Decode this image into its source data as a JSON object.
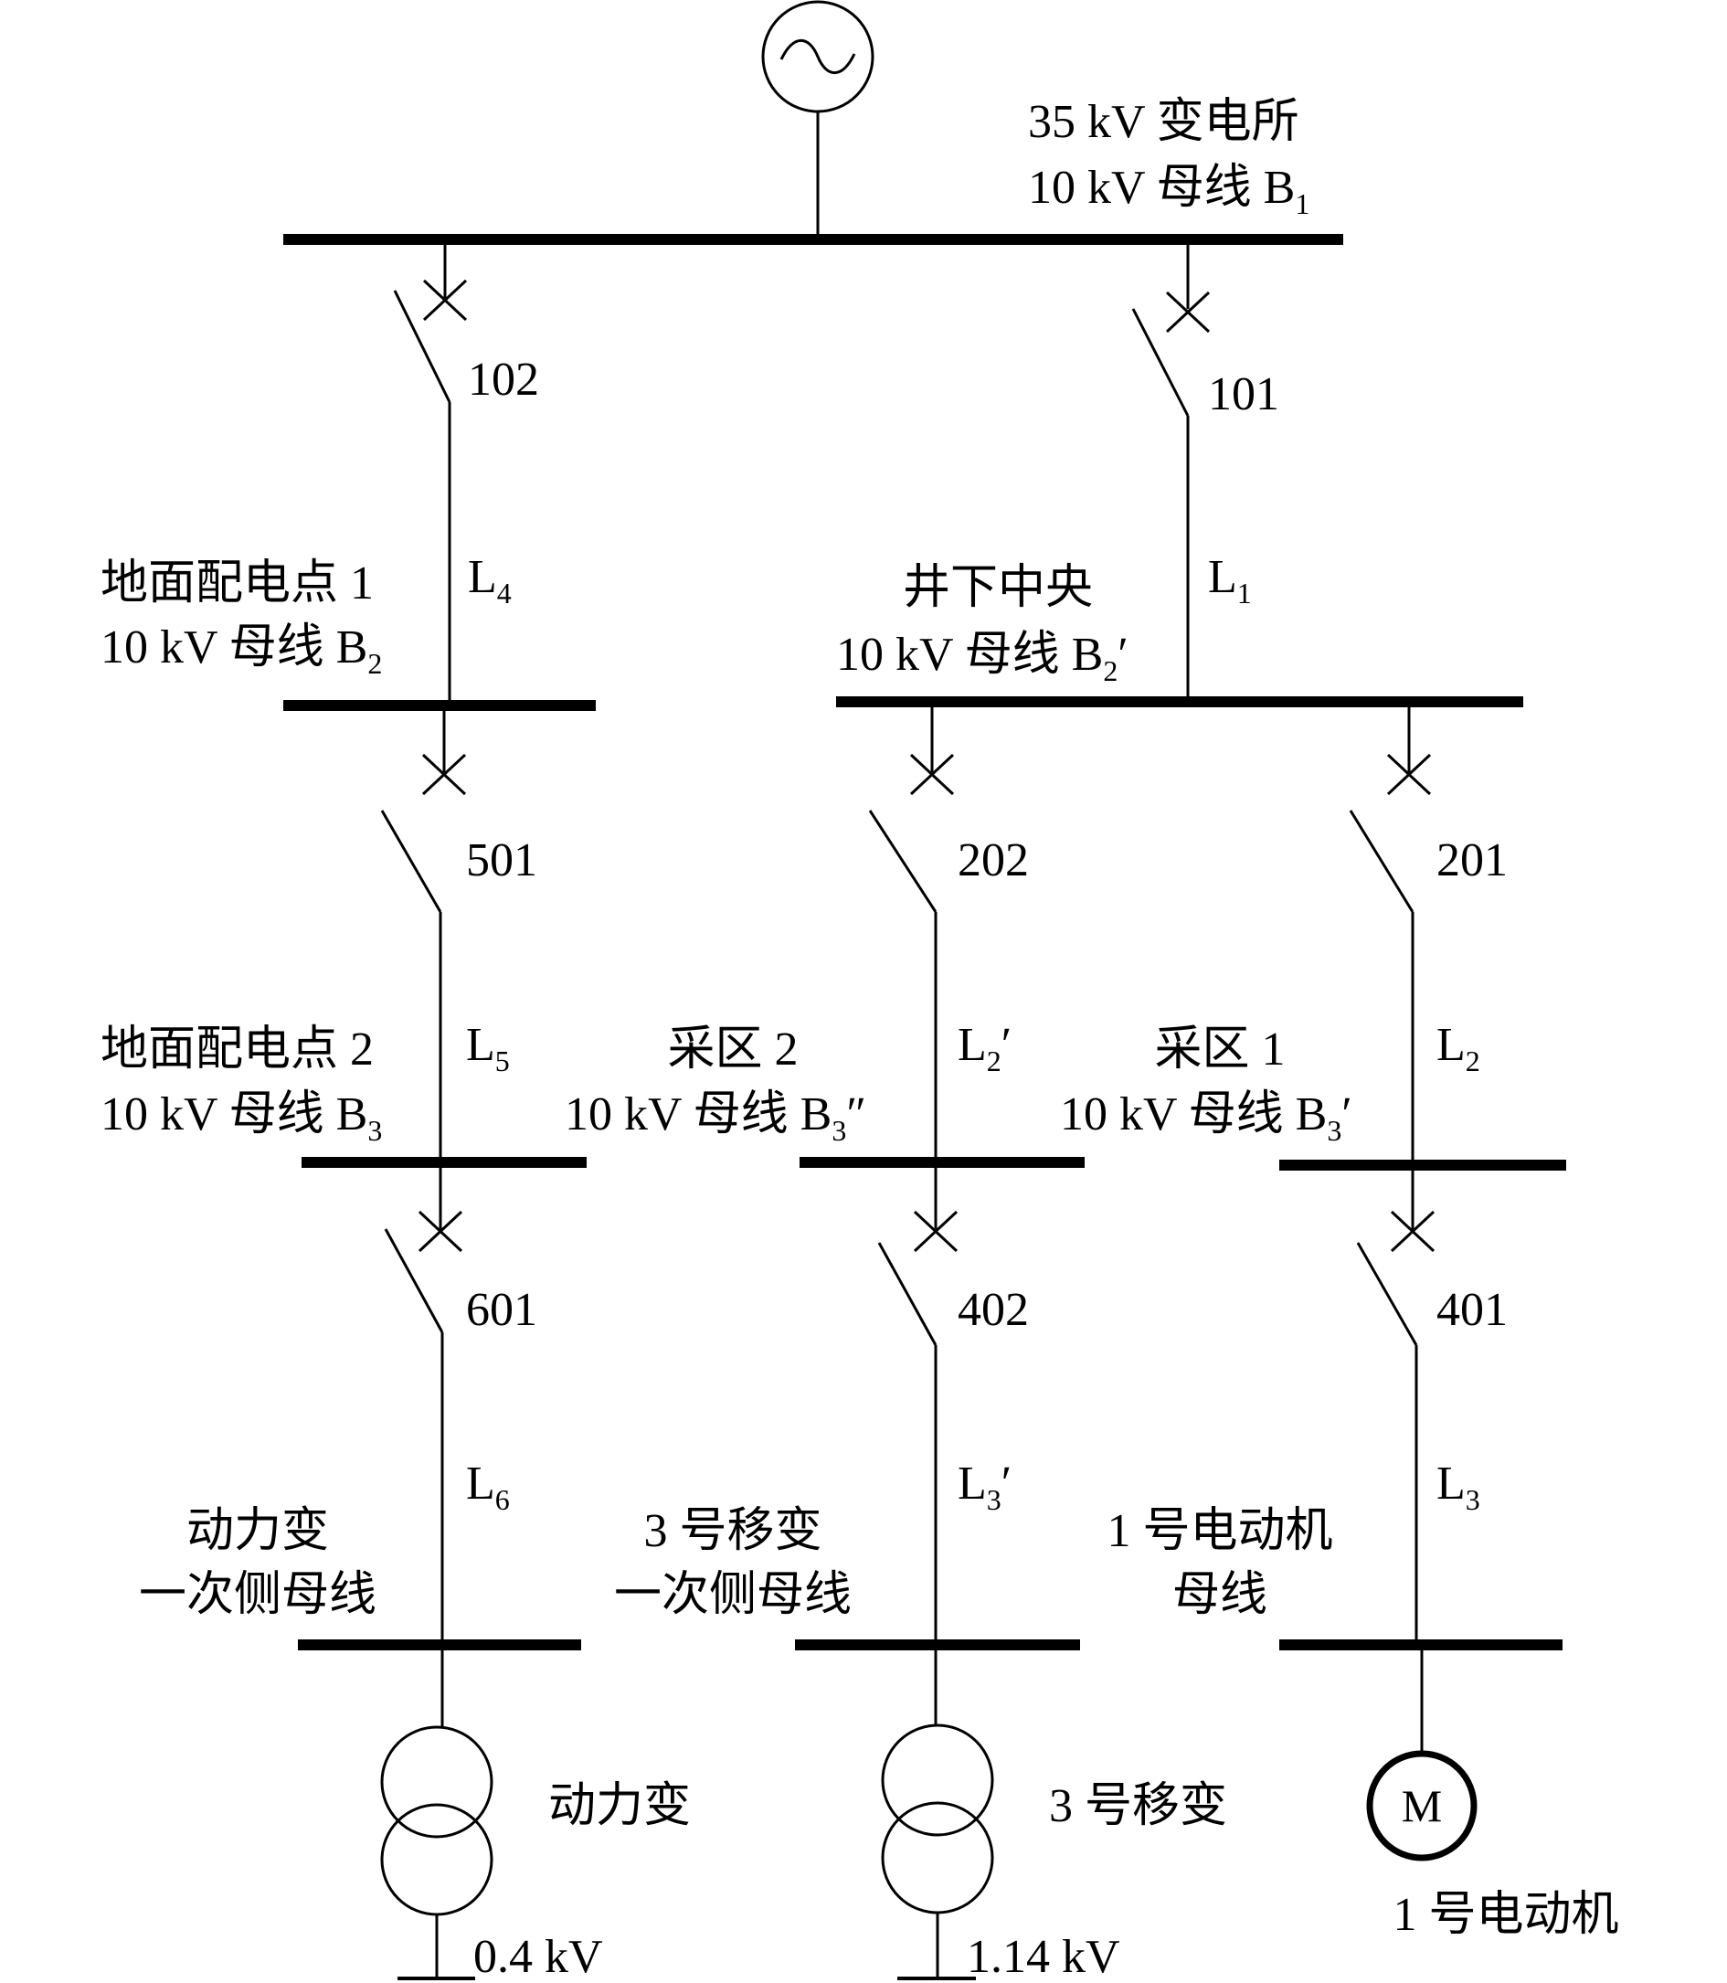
{
  "source": {
    "symbol": "~"
  },
  "buses": {
    "b1": {
      "line1": "35 kV 变电所",
      "line2_pre": "10 kV 母线 B",
      "line2_sub": "1",
      "line2_post": ""
    },
    "b2": {
      "line1": "地面配电点 1",
      "line2_pre": "10 kV 母线 B",
      "line2_sub": "2",
      "line2_post": ""
    },
    "b2p": {
      "line1": "井下中央",
      "line2_pre": "10 kV 母线 B",
      "line2_sub": "2",
      "line2_post": "′"
    },
    "b3": {
      "line1": "地面配电点 2",
      "line2_pre": "10 kV 母线 B",
      "line2_sub": "3",
      "line2_post": ""
    },
    "b3pp": {
      "line1": "采区 2",
      "line2_pre": "10 kV 母线 B",
      "line2_sub": "3",
      "line2_post": "″"
    },
    "b3p": {
      "line1": "采区 1",
      "line2_pre": "10 kV 母线 B",
      "line2_sub": "3",
      "line2_post": "′"
    },
    "pt_bus": {
      "line1": "动力变",
      "line2": "一次侧母线"
    },
    "mt3_bus": {
      "line1": "3 号移变",
      "line2": "一次侧母线"
    },
    "m1_bus": {
      "line1": "1 号电动机",
      "line2": "母线"
    }
  },
  "breakers": {
    "s102": "102",
    "s101": "101",
    "s501": "501",
    "s202": "202",
    "s201": "201",
    "s601": "601",
    "s402": "402",
    "s401": "401"
  },
  "lines": {
    "L4": {
      "pre": "L",
      "sub": "4",
      "post": ""
    },
    "L1": {
      "pre": "L",
      "sub": "1",
      "post": ""
    },
    "L5": {
      "pre": "L",
      "sub": "5",
      "post": ""
    },
    "L2p": {
      "pre": "L",
      "sub": "2",
      "post": "′"
    },
    "L2": {
      "pre": "L",
      "sub": "2",
      "post": ""
    },
    "L6": {
      "pre": "L",
      "sub": "6",
      "post": ""
    },
    "L3p": {
      "pre": "L",
      "sub": "3",
      "post": "′"
    },
    "L3": {
      "pre": "L",
      "sub": "3",
      "post": ""
    }
  },
  "loads": {
    "power_transformer": {
      "label": "动力变",
      "voltage": "0.4 kV"
    },
    "mobile_transformer": {
      "label": "3 号移变",
      "voltage": "1.14 kV"
    },
    "motor": {
      "label": "1 号电动机",
      "symbol": "M"
    }
  }
}
